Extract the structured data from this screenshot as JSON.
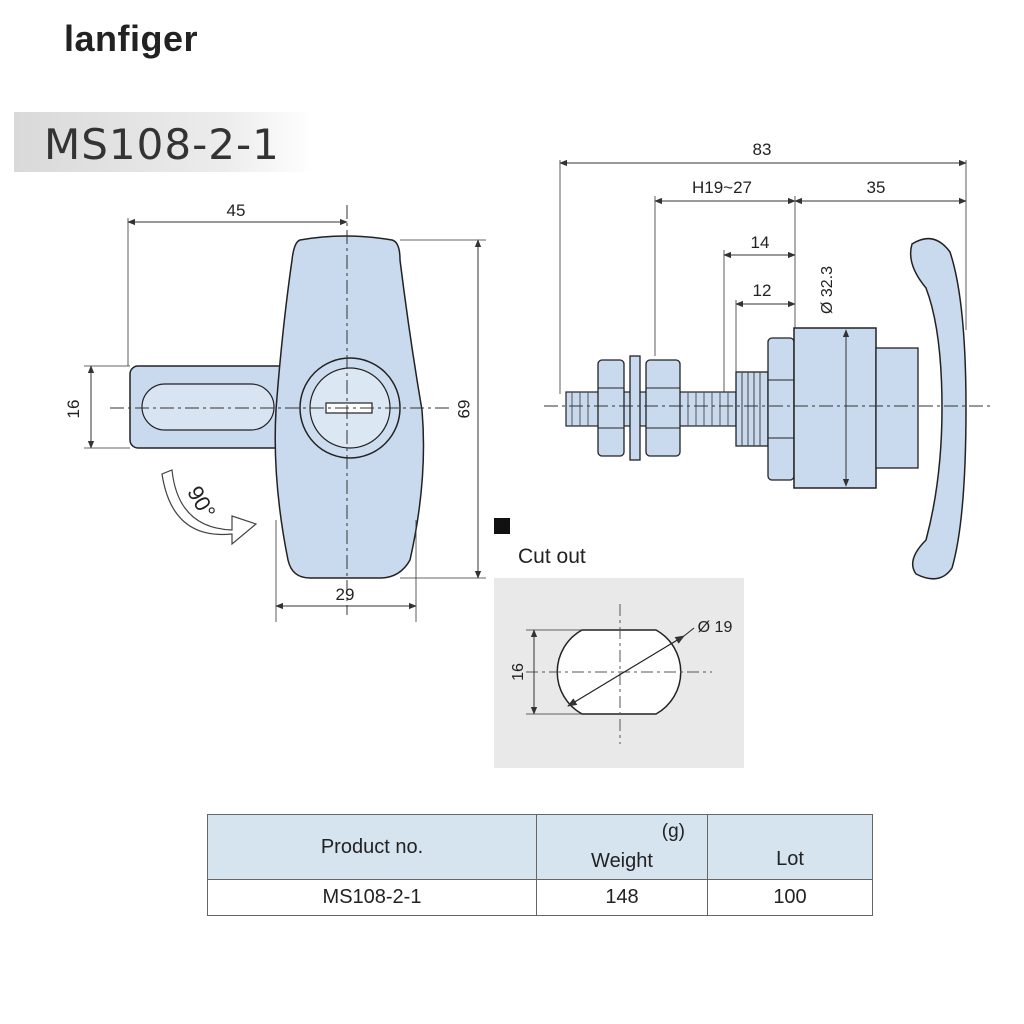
{
  "brand": "lanfiger",
  "model": "MS108-2-1",
  "dimensions": {
    "front_width": "45",
    "front_height": "69",
    "stem_height": "16",
    "body_width": "29",
    "rotation": "90°",
    "total_length": "83",
    "panel_thickness": "H19~27",
    "handle_length": "35",
    "thread_14": "14",
    "thread_12": "12",
    "body_diameter": "Ø 32.3"
  },
  "cutout": {
    "label": "Cut out",
    "diameter": "Ø 19",
    "flat_width": "16"
  },
  "table": {
    "headers": {
      "product": "Product no.",
      "weight_unit": "(g)",
      "weight": "Weight",
      "lot": "Lot"
    },
    "rows": [
      {
        "product": "MS108-2-1",
        "weight": "148",
        "lot": "100"
      }
    ]
  },
  "colors": {
    "part_fill": "#c9d9ee",
    "cutout_bg": "#e9e9e9",
    "table_header": "#d6e4f0"
  }
}
